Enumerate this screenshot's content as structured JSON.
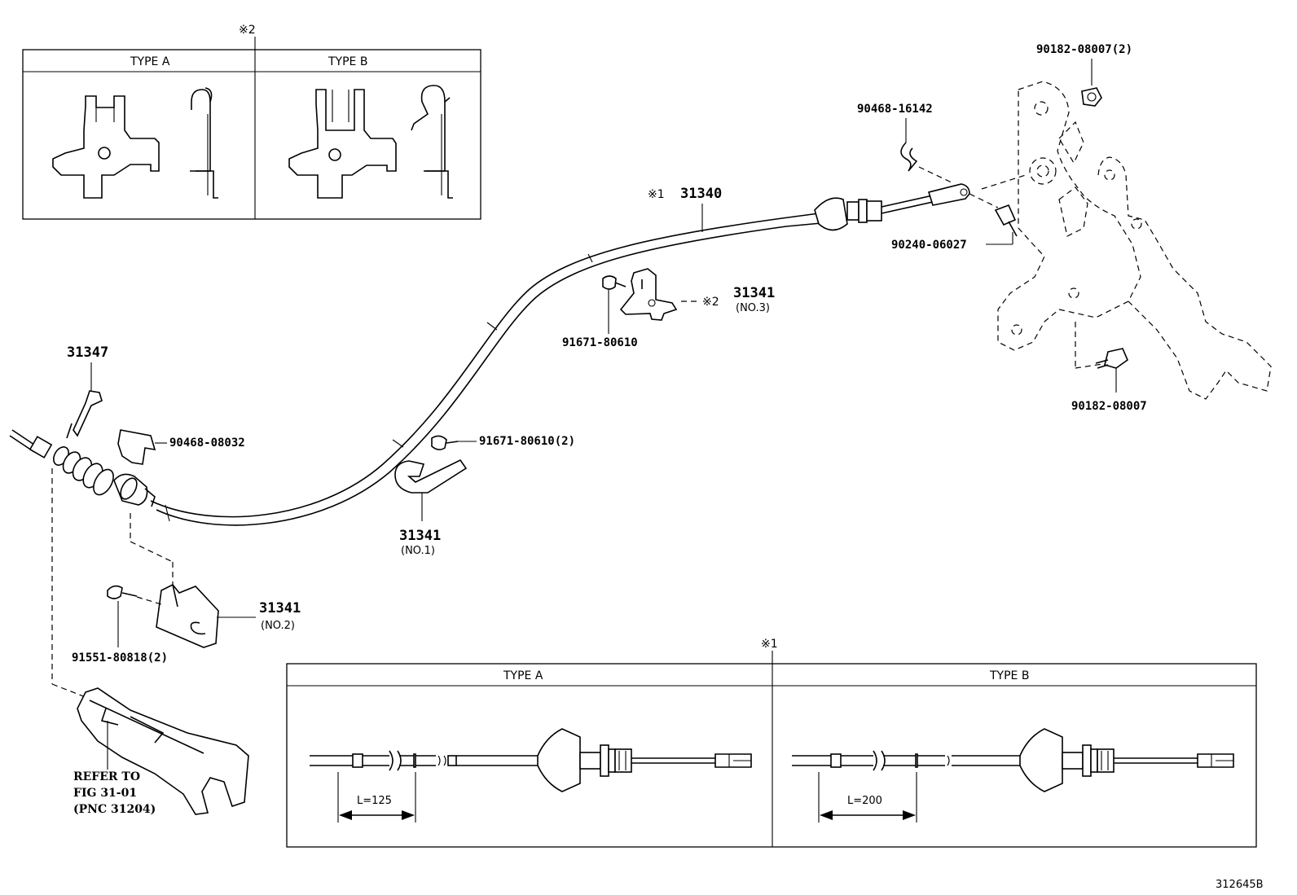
{
  "labels": {
    "ref_a": "※2",
    "ref_b": "※1",
    "typeA_top": "TYPE A",
    "typeB_top": "TYPE B",
    "typeA_bot": "TYPE A",
    "typeB_bot": "TYPE B",
    "len_a": "L=125",
    "len_b": "L=200",
    "diagram_id": "312645B"
  },
  "parts": {
    "p31340_mark": "※1",
    "p31340": "31340",
    "p31341_no3": "31341",
    "p31341_no3_sub": "(NO.3)",
    "p31341_no3_mark": "※2",
    "p31341_no1": "31341",
    "p31341_no1_sub": "(NO.1)",
    "p31341_no2": "31341",
    "p31341_no2_sub": "(NO.2)",
    "p31347": "31347",
    "p90468_08032": "90468-08032",
    "p90468_16142": "90468-16142",
    "p90240_06027": "90240-06027",
    "p90182_08007_2": "90182-08007(2)",
    "p90182_08007": "90182-08007",
    "p91671_80610": "91671-80610",
    "p91671_80610_2": "91671-80610(2)",
    "p91551_80818_2": "91551-80818(2)"
  },
  "refer": {
    "line1": "REFER TO",
    "line2": "FIG 31-01",
    "line3": "(PNC 31204)"
  }
}
